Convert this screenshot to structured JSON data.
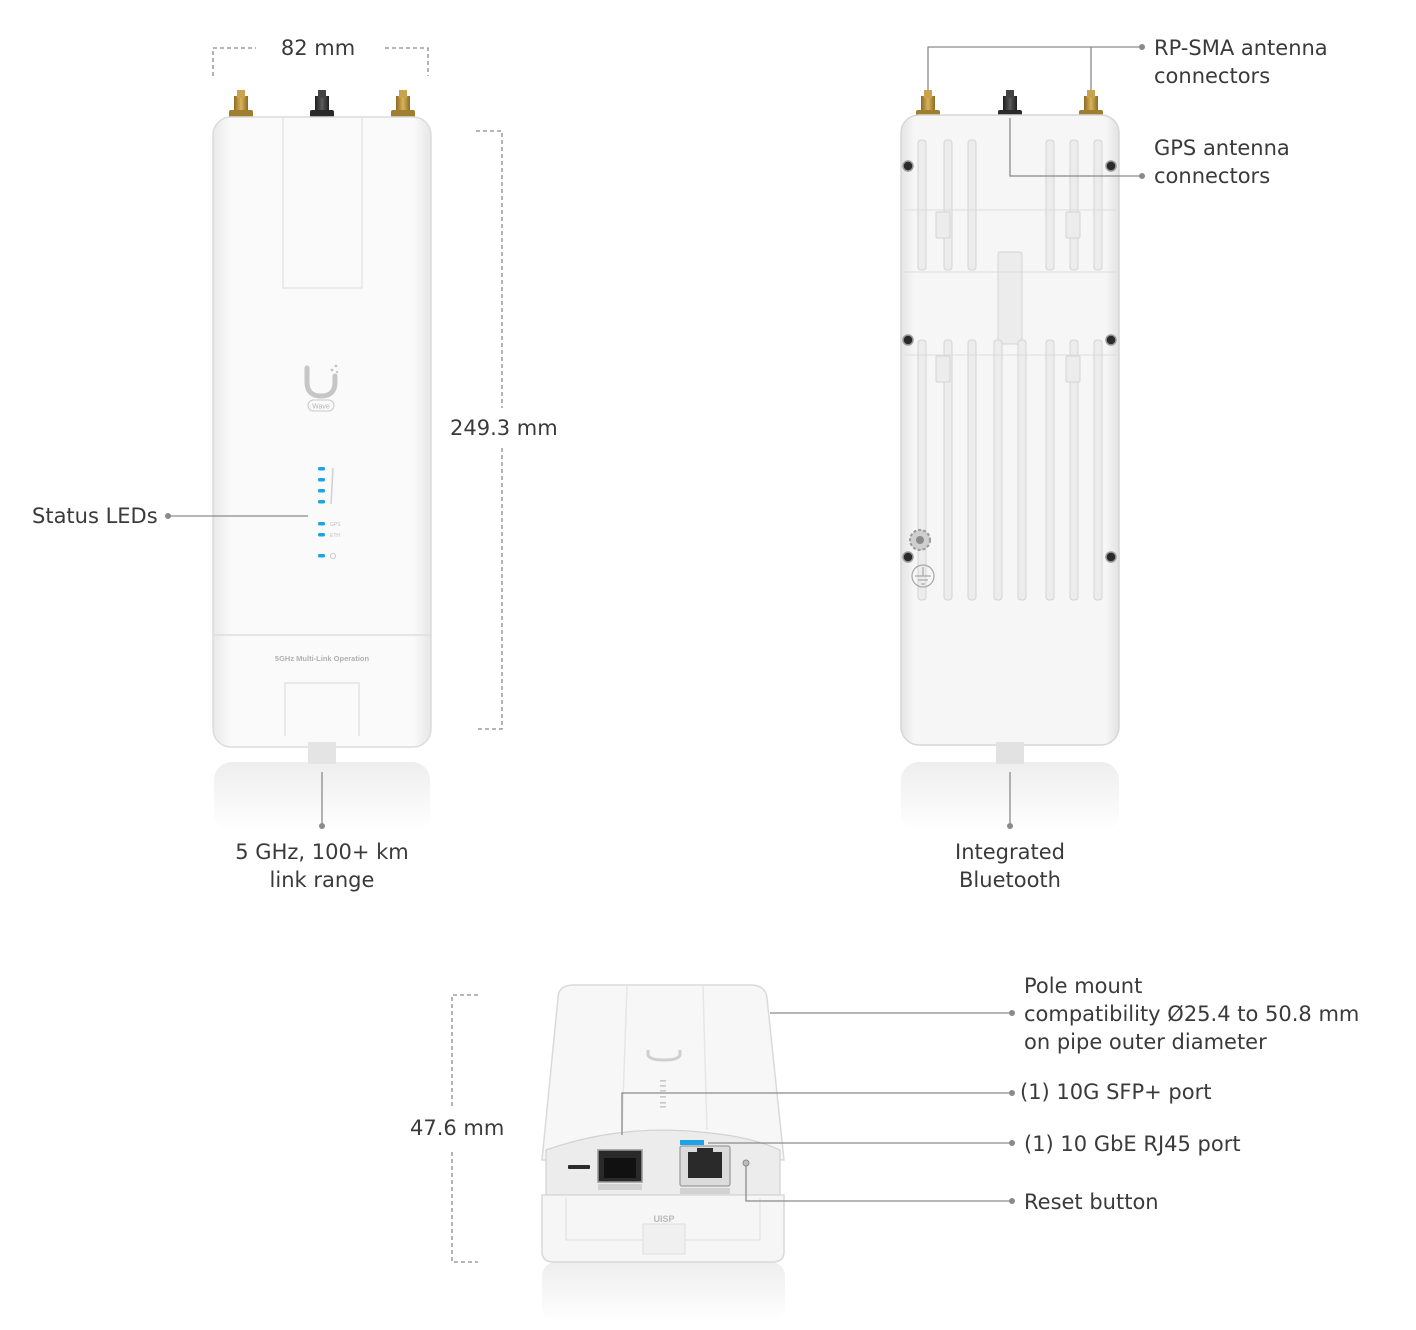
{
  "front_view": {
    "width_dim": "82 mm",
    "height_dim": "249.3 mm",
    "status_leds_label": "Status LEDs",
    "range_label_line1": "5 GHz, 100+ km",
    "range_label_line2": "link range",
    "logo_badge": "Wave",
    "printed_text": "5GHz Multi-Link Operation",
    "led_labels": [
      "GPS",
      "ETH"
    ],
    "led_color": "#1fa3e8"
  },
  "back_view": {
    "rp_sma_line1": "RP-SMA antenna",
    "rp_sma_line2": "connectors",
    "gps_line1": "GPS antenna",
    "gps_line2": "connectors",
    "bluetooth_line1": "Integrated",
    "bluetooth_line2": "Bluetooth"
  },
  "bottom_view": {
    "height_dim": "47.6 mm",
    "pole_line1": "Pole mount",
    "pole_line2": "compatibility Ø25.4 to 50.8 mm",
    "pole_line3": "on pipe outer diameter",
    "sfp_label": "(1) 10G SFP+ port",
    "rj45_label": "(1) 10 GbE RJ45 port",
    "reset_label": "Reset button",
    "cover_text": "UISP"
  },
  "colors": {
    "connector_gold": "#b8913a",
    "connector_dark": "#333333",
    "device_body": "#f7f7f7",
    "callout_line": "#8a8a8a"
  }
}
